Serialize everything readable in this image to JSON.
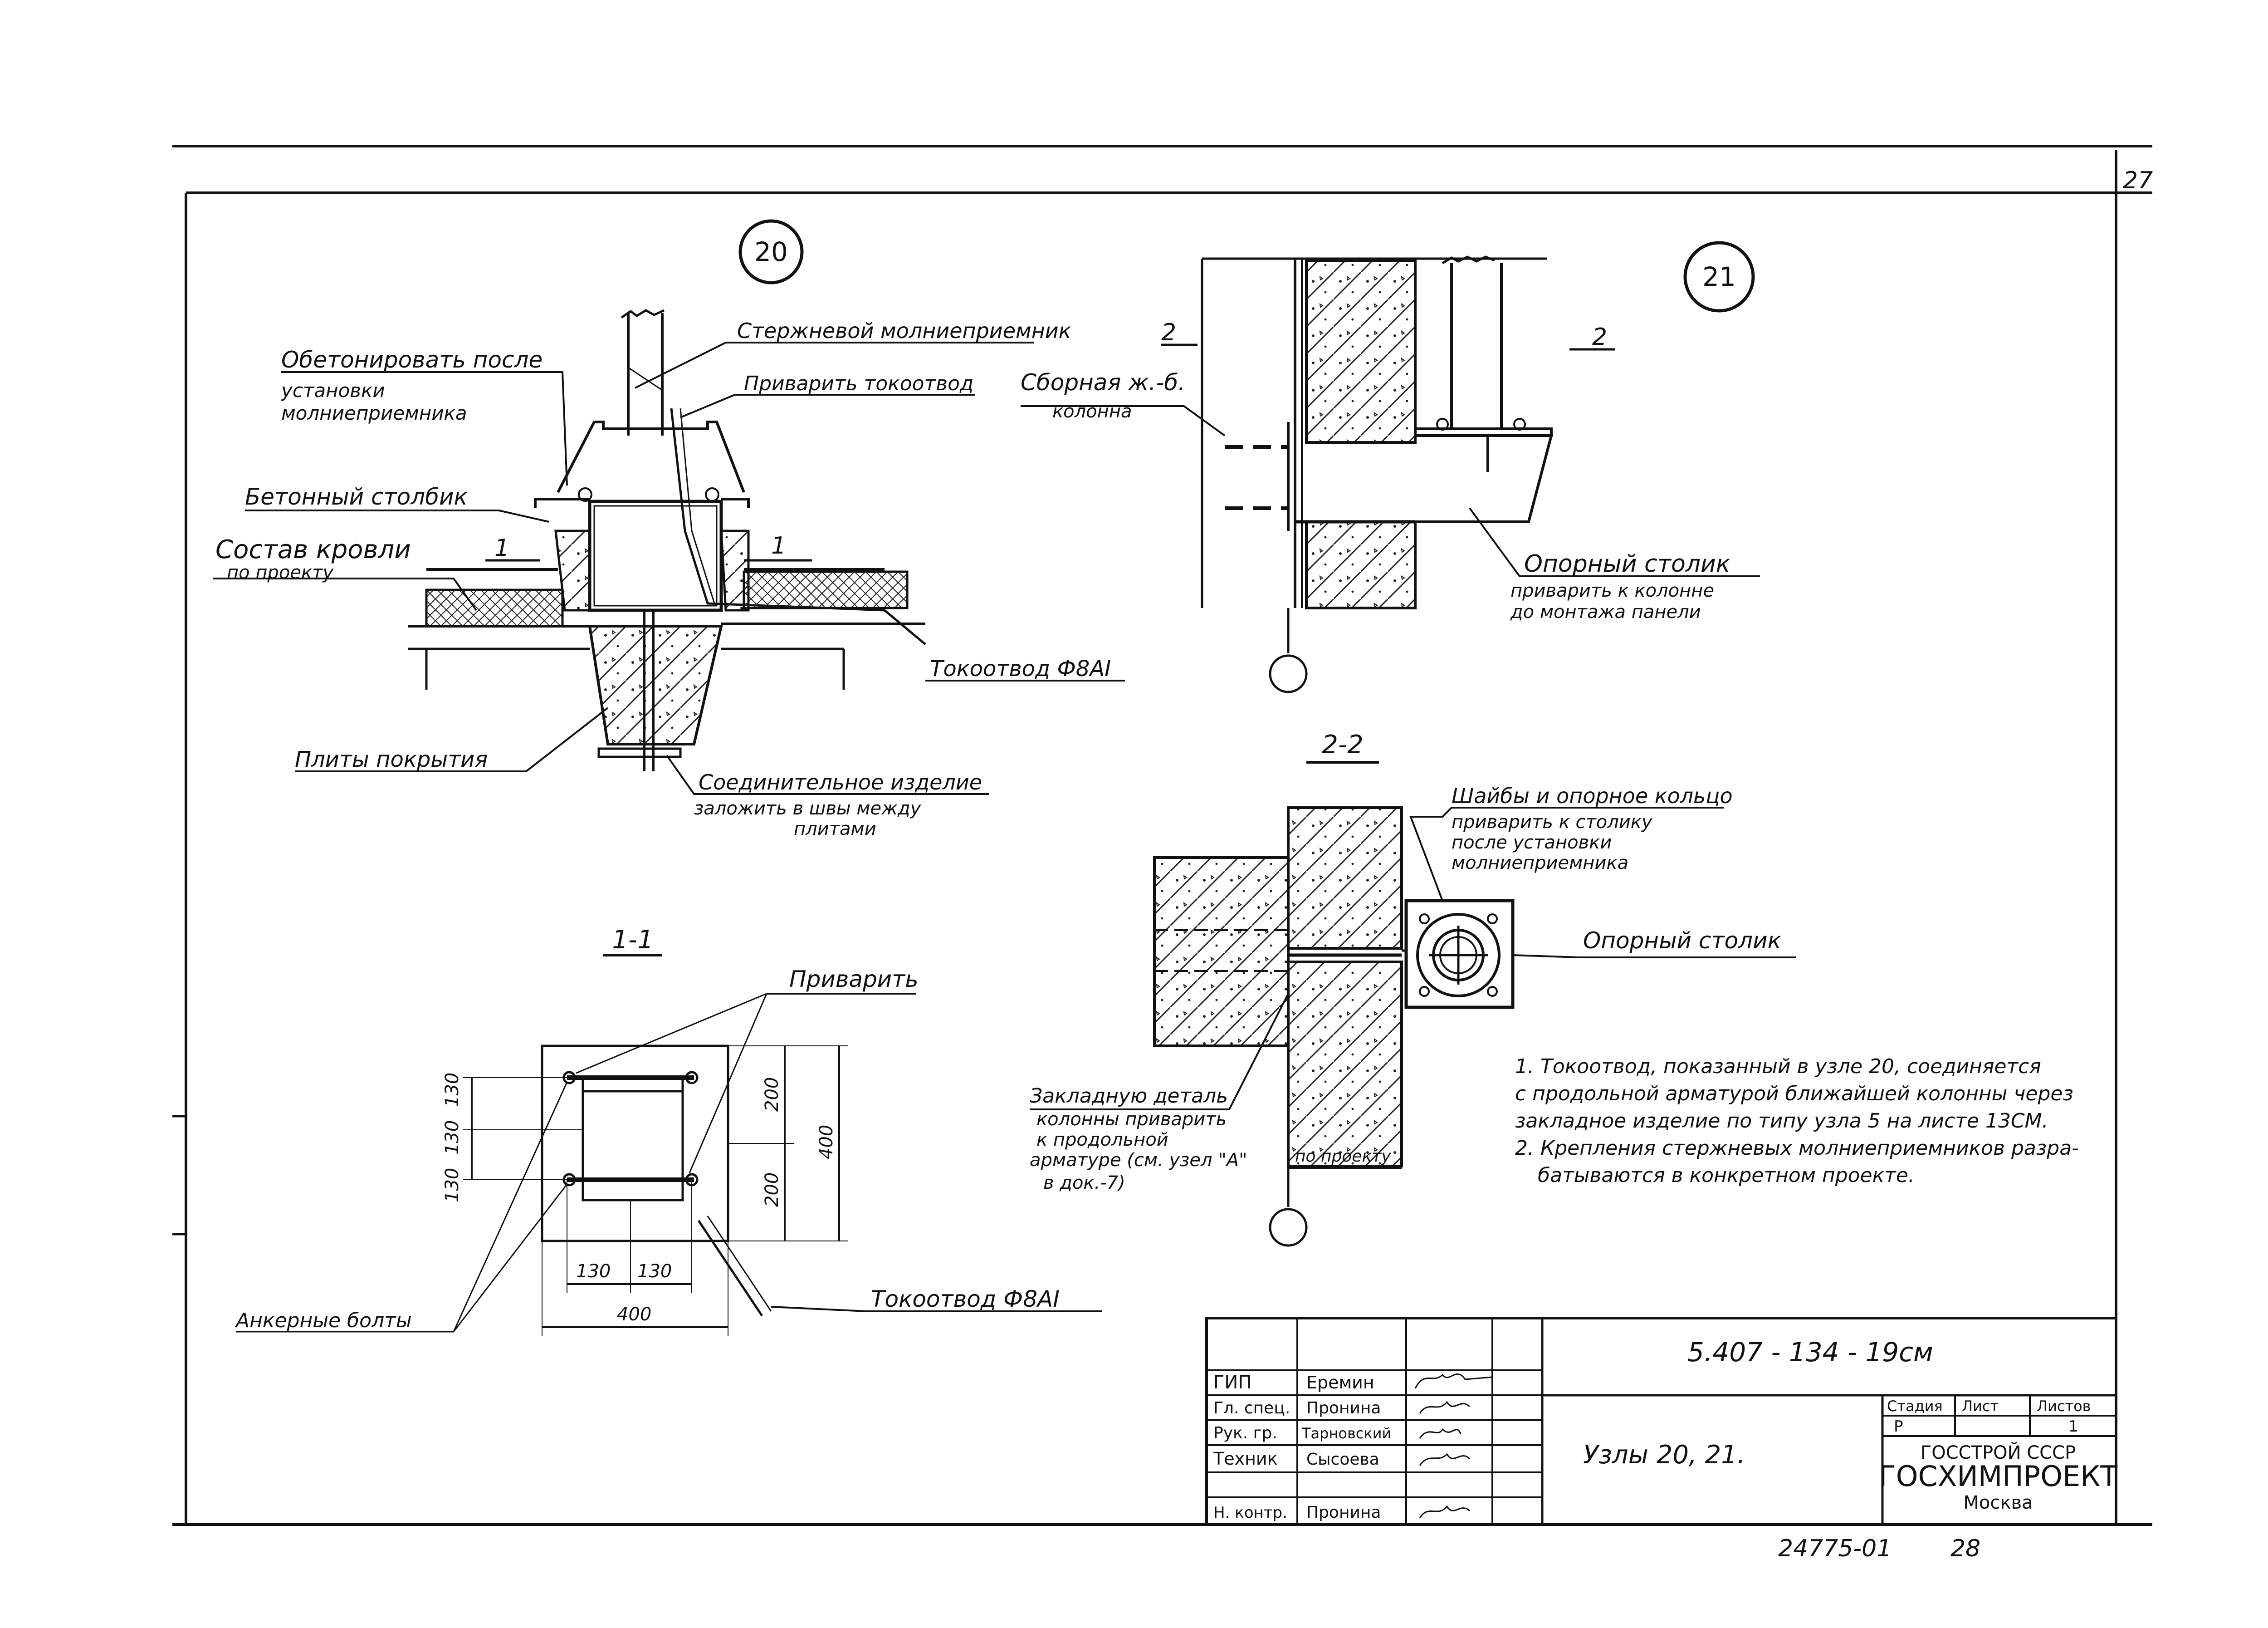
{
  "sheet_number_top": "27",
  "node20": {
    "circle_label": "20",
    "rod_receiver": "Стержневой молниеприемник",
    "concrete_after_line1": "Обетонировать после",
    "concrete_after_line2": "установки",
    "concrete_after_line3": "молниеприемника",
    "weld_downconductor": "Приварить токоотвод",
    "concrete_post": "Бетонный столбик",
    "roof_line1": "Состав кровли",
    "roof_line2": "по проекту",
    "section_mark_left": "1",
    "section_mark_right": "1",
    "downconductor": "Токоотвод Ф8AI",
    "slabs": "Плиты покрытия",
    "connector_line1": "Соединительное изделие",
    "connector_line2": "заложить в швы между",
    "connector_line3": "плитами"
  },
  "node21": {
    "circle_label": "21",
    "section_mark_left": "2",
    "section_mark_right": "2",
    "column_line1": "Сборная ж.-б.",
    "column_line2": "колонна",
    "support_line1": "Опорный столик",
    "support_line2": "приварить к колонне",
    "support_line3": "до монтажа панели"
  },
  "section11": {
    "title": "1-1",
    "weld": "Приварить",
    "dims_left": [
      "130",
      "130",
      "130",
      "130"
    ],
    "dims_right": [
      "200",
      "200",
      "400"
    ],
    "dims_bottom": [
      "130",
      "130",
      "400"
    ],
    "anchor_bolts": "Анкерные болты",
    "downconductor": "Токоотвод Ф8AI"
  },
  "section22": {
    "title": "2-2",
    "washers_line1": "Шайбы и опорное кольцо",
    "washers_line2": "приварить к столику",
    "washers_line3": "после установки",
    "washers_line4": "молниеприемника",
    "support": "Опорный столик",
    "embed_line1": "Закладную деталь",
    "embed_line2": "колонны приварить",
    "embed_line3": "к продольной",
    "embed_line4": "арматуре (см. узел \"А\"",
    "embed_line5": "в док.-7)",
    "per_project": "по проекту"
  },
  "notes": [
    "1. Токоотвод, показанный в узле 20, соединяется",
    "с продольной арматурой ближайшей колонны через",
    "закладное изделие по типу узла 5 на листе 13СМ.",
    "2. Крепления стержневых молниеприемников разра-",
    "батываются в конкретном проекте."
  ],
  "title_block": {
    "doc_code": "5.407 - 134 - 19см",
    "roles": [
      "ГИП",
      "Гл. спец.",
      "Рук. гр.",
      "Техник",
      "",
      "Н. контр."
    ],
    "names": [
      "Еремин",
      "Пронина",
      "Тарновский",
      "Сысоева",
      "",
      "Пронина"
    ],
    "sheet_title": "Узлы 20, 21.",
    "stage_header": "Стадия",
    "sheet_header": "Лист",
    "sheets_header": "Листов",
    "stage": "Р",
    "sheets": "1",
    "org_line1": "ГОССТРОЙ СССР",
    "org_line2": "ГОСХИМПРОЕКТ",
    "org_line3": "Москва"
  },
  "footer_code": "24775-01",
  "footer_page": "28"
}
